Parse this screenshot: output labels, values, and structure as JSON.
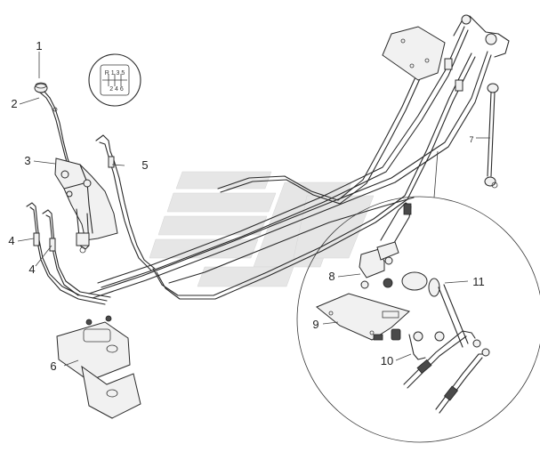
{
  "diagram": {
    "callouts": [
      {
        "id": "c1",
        "label": "1"
      },
      {
        "id": "c2",
        "label": "2"
      },
      {
        "id": "c3",
        "label": "3"
      },
      {
        "id": "c4a",
        "label": "4"
      },
      {
        "id": "c4b",
        "label": "4"
      },
      {
        "id": "c5",
        "label": "5"
      },
      {
        "id": "c6",
        "label": "6"
      },
      {
        "id": "c7",
        "label": "7"
      },
      {
        "id": "c8",
        "label": "8"
      },
      {
        "id": "c9",
        "label": "9"
      },
      {
        "id": "c10",
        "label": "10"
      },
      {
        "id": "c11",
        "label": "11"
      }
    ],
    "shift_pattern": {
      "row1": "R 1 3 5",
      "row2": "2 4 6"
    }
  }
}
